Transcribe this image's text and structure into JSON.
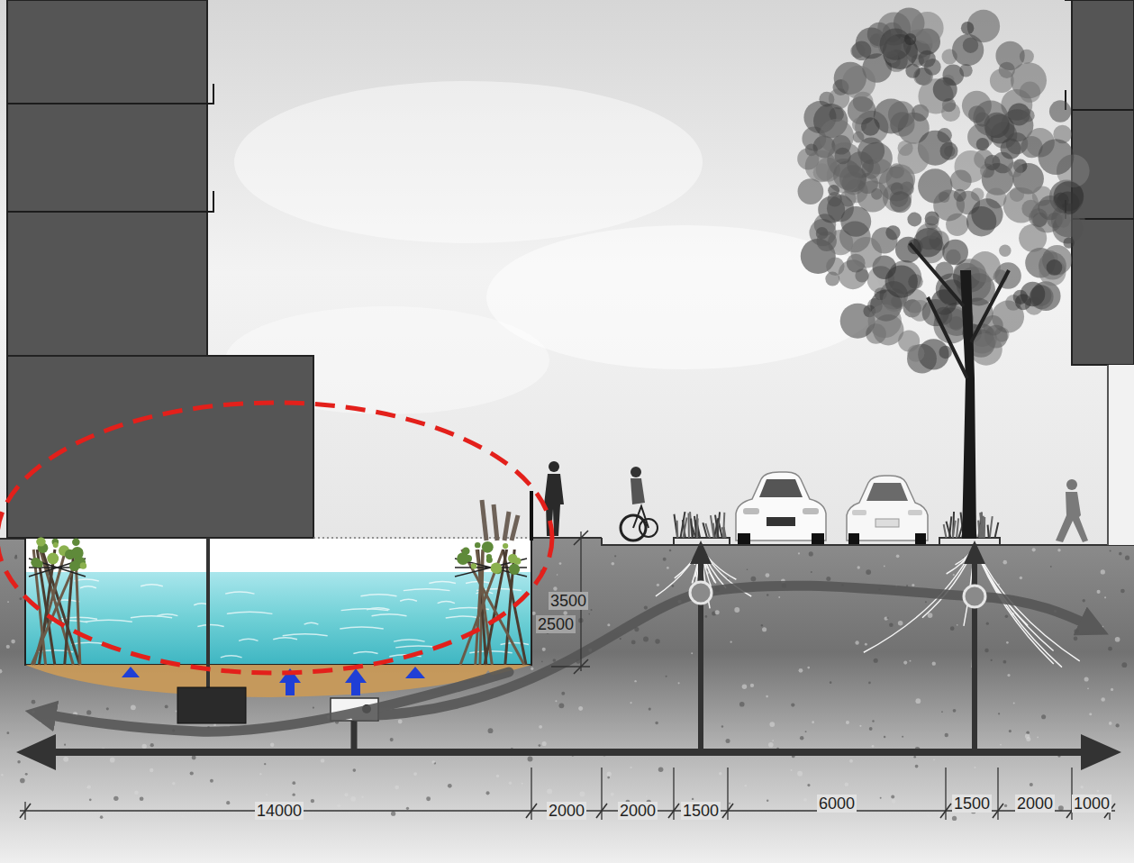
{
  "diagram": {
    "labels": [
      "3500",
      "2500",
      "14000",
      "2000",
      "2000",
      "1500",
      "6000",
      "1500",
      "2000",
      "1000"
    ]
  }
}
